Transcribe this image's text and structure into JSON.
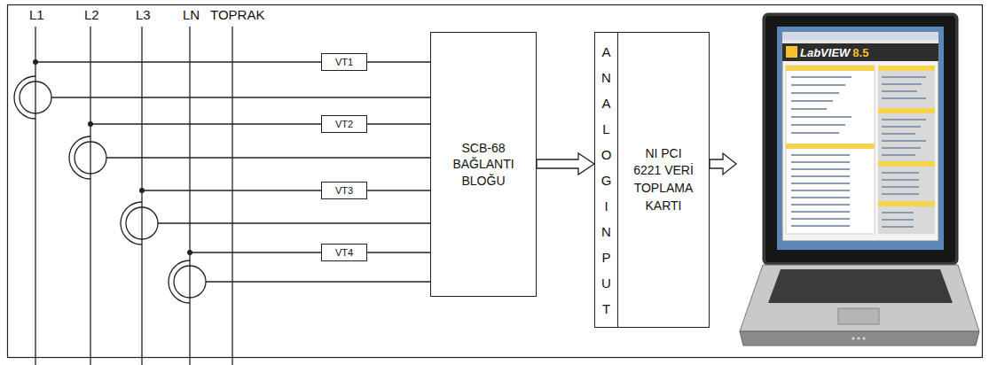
{
  "diagram": {
    "nodes": [
      {
        "text": [
          "VT1"
        ]
      },
      {
        "text": [
          "VT2"
        ]
      },
      {
        "text": [
          "VT3"
        ]
      },
      {
        "text": [
          "VT4"
        ]
      },
      {
        "text": [
          "SCB-68 BAĞLANTI BLOĞU"
        ]
      },
      {
        "text": [
          "ANALOG INPUT"
        ]
      },
      {
        "text": [
          "NI PCI 6221 VERİ TOPLAMA KARTI"
        ]
      },
      {
        "text": [
          "LabVIEW",
          "8.5"
        ]
      }
    ],
    "edges": [
      {
        "from": 0,
        "to": 4,
        "arrow": "none"
      },
      {
        "from": 1,
        "to": 4,
        "arrow": "none"
      },
      {
        "from": 2,
        "to": 4,
        "arrow": "none"
      },
      {
        "from": 3,
        "to": 4,
        "arrow": "none"
      },
      {
        "from": 4,
        "to": 5,
        "arrow": "to"
      },
      {
        "from": 6,
        "to": 7,
        "arrow": "to"
      }
    ],
    "labels": [
      "L1",
      "L2",
      "L3",
      "LN",
      "TOPRAK"
    ]
  }
}
